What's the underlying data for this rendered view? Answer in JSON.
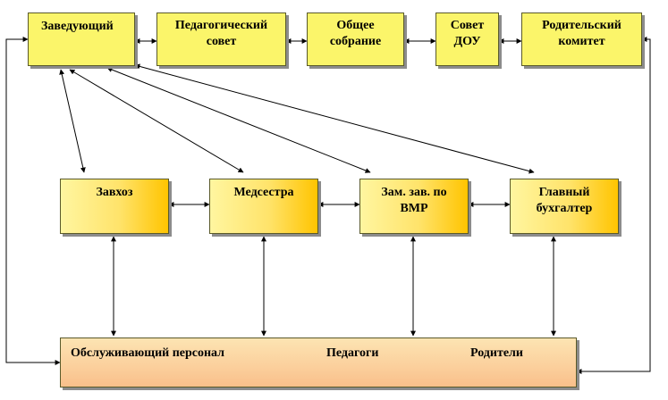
{
  "boxes": {
    "head": "Заведующий",
    "ped_council_1": "Педагогический",
    "ped_council_2": "совет",
    "general_meeting_1": "Общее",
    "general_meeting_2": "собрание",
    "dou_council_1": "Совет",
    "dou_council_2": "ДОУ",
    "parent_committee_1": "Родительский",
    "parent_committee_2": "комитет",
    "supply_manager": "Завхоз",
    "nurse": "Медсестра",
    "deputy_1": "Зам. зав. по",
    "deputy_2": "ВМР",
    "chief_accountant_1": "Главный",
    "chief_accountant_2": "бухгалтер",
    "service_staff": "Обслуживающий персонал",
    "teachers": "Педагоги",
    "parents": "Родители"
  },
  "colors": {
    "top_fill": "#fbf56a",
    "middle_fill_end": "#ffc400",
    "bottom_fill": "#fbcf9c",
    "arrow": "#000000"
  }
}
